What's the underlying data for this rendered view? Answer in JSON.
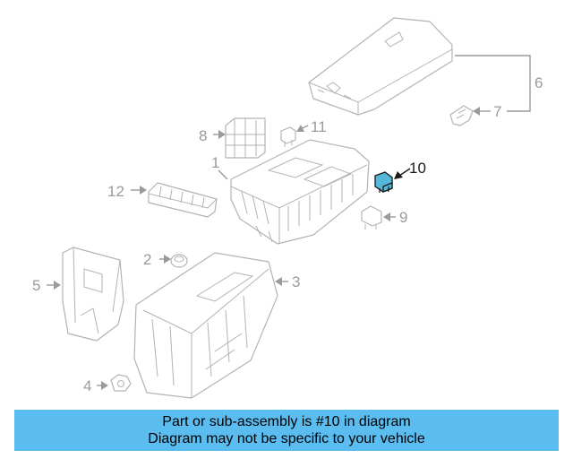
{
  "callouts": {
    "c1": "1",
    "c2": "2",
    "c3": "3",
    "c4": "4",
    "c5": "5",
    "c6": "6",
    "c7": "7",
    "c8": "8",
    "c9": "9",
    "c10": "10",
    "c11": "11",
    "c12": "12"
  },
  "highlighted_callout": "10",
  "banner": {
    "line1": "Part or sub-assembly is #10 in diagram",
    "line2": "Diagram may not be specific to your vehicle"
  },
  "colors": {
    "banner_background": "#5bbcf0",
    "highlight_fill": "#56b8d8",
    "line_gray": "#b3b3b3"
  }
}
